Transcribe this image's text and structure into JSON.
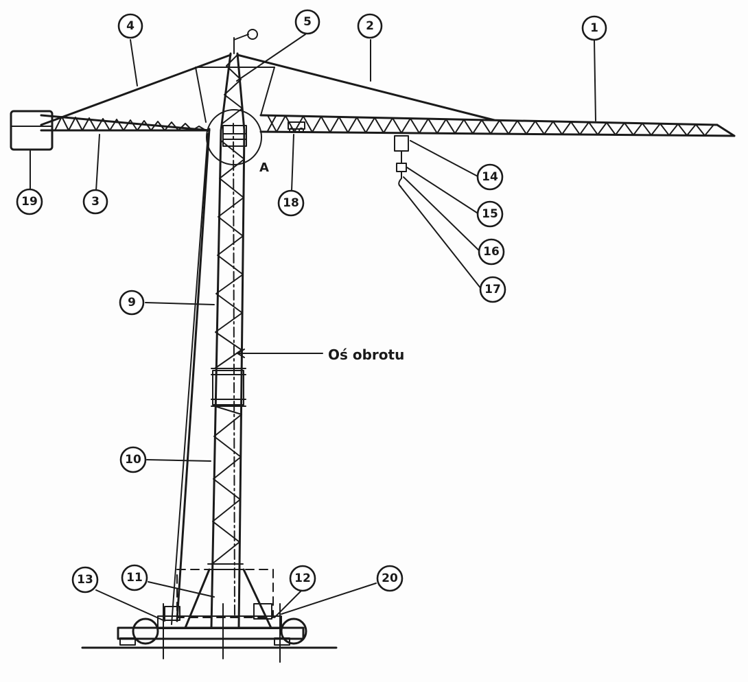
{
  "diagram": {
    "labels": {
      "axis": "Oś obrotu",
      "detail": "A"
    },
    "callouts": [
      "1",
      "2",
      "3",
      "4",
      "5",
      "9",
      "10",
      "11",
      "12",
      "13",
      "14",
      "15",
      "16",
      "17",
      "18",
      "19",
      "20"
    ]
  }
}
